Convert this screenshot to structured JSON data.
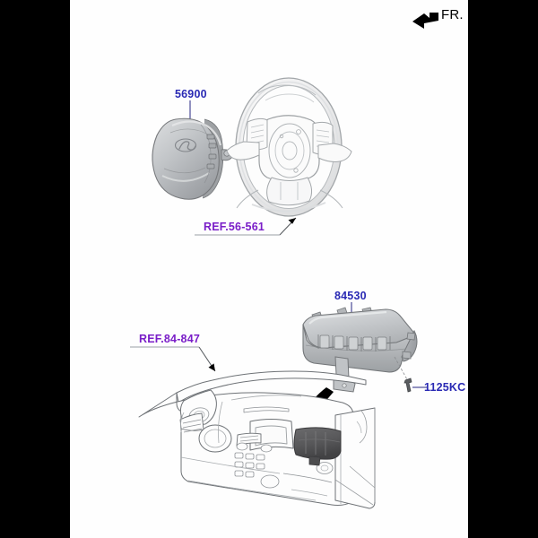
{
  "diagram": {
    "title": "Airbag System Parts Diagram",
    "orientation_marker": {
      "label": "FR.",
      "icon": "front-direction-arrow-icon",
      "color": "#000000"
    },
    "colors": {
      "part_number": "#2a2ab4",
      "reference": "#7a1ec8",
      "sheet_background": "#fefefe",
      "border": "#000000",
      "line_art": "#6f7376",
      "component_fill": "#b9bcbf",
      "component_dark": "#4a4a4c"
    },
    "sections": [
      {
        "id": "driver-airbag-section",
        "name": "Driver Side Steering Wheel Airbag",
        "components": [
          {
            "id": "driver-airbag-module",
            "part_number": "56900",
            "label_color": "#2a2ab4",
            "description": "Driver airbag module with emblem",
            "leader": "vertical-line-down"
          },
          {
            "id": "steering-wheel",
            "reference": "REF.56-561",
            "label_color": "#7a1ec8",
            "description": "Steering wheel assembly",
            "leader": "arrow-up-right"
          }
        ]
      },
      {
        "id": "passenger-airbag-section",
        "name": "Passenger Side Dashboard Airbag",
        "components": [
          {
            "id": "passenger-airbag-module",
            "part_number": "84530",
            "label_color": "#2a2ab4",
            "description": "Passenger airbag module",
            "leader": "vertical-line-down"
          },
          {
            "id": "airbag-fastener",
            "part_number": "1125KC",
            "label_color": "#2a2ab4",
            "description": "Mounting bolt / screw",
            "leader": "horizontal-line-left"
          },
          {
            "id": "crash-pad-assembly",
            "reference": "REF.84-847",
            "label_color": "#7a1ec8",
            "description": "Crash pad / instrument panel assembly",
            "leader": "arrow-down-right"
          }
        ]
      }
    ],
    "labels": {
      "driver_airbag_part": "56900",
      "steering_wheel_ref": "REF.56-561",
      "passenger_airbag_part": "84530",
      "fastener_part": "1125KC",
      "crash_pad_ref": "REF.84-847",
      "front_marker": "FR."
    }
  }
}
